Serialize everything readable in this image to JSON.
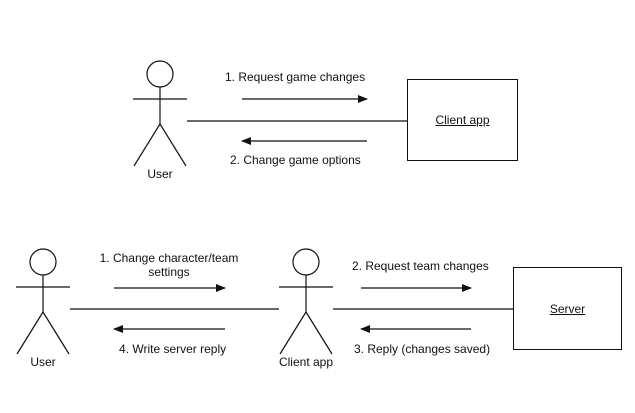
{
  "top": {
    "actor_label": "User",
    "msg1": "1. Request game changes",
    "msg2": "2. Change game options",
    "box_label": "Client app"
  },
  "bottom": {
    "actor1_label": "User",
    "actor2_label": "Client app",
    "msg1_line1": "1. Change character/team",
    "msg1_line2": "settings",
    "msg4": "4. Write server reply",
    "msg2": "2. Request team changes",
    "msg3": "3. Reply (changes saved)",
    "box_label": "Server"
  }
}
